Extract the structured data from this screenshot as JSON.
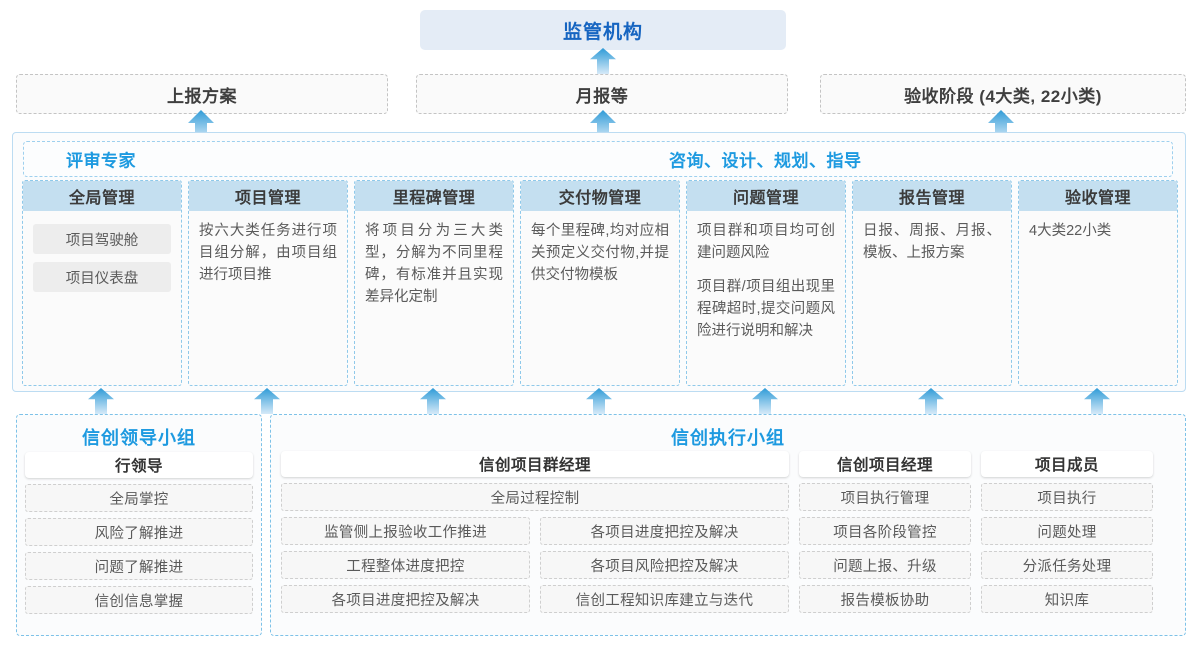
{
  "top": {
    "regulator_label": "监管机构",
    "reports": [
      "上报方案",
      "月报等",
      "验收阶段 (4大类, 22小类)"
    ]
  },
  "middle": {
    "band_labels": [
      "评审专家",
      "咨询、设计、规划、指导"
    ],
    "modules": [
      {
        "title": "全局管理",
        "paragraphs": [],
        "chips": [
          "项目驾驶舱",
          "项目仪表盘"
        ]
      },
      {
        "title": "项目管理",
        "paragraphs": [
          "按六大类任务进行项目组分解，由项目组进行项目推"
        ],
        "chips": []
      },
      {
        "title": "里程碑管理",
        "paragraphs": [
          "将项目分为三大类型，分解为不同里程碑，有标准并且实现差异化定制"
        ],
        "chips": []
      },
      {
        "title": "交付物管理",
        "paragraphs": [
          "每个里程碑,均对应相关预定义交付物,并提供交付物模板"
        ],
        "chips": []
      },
      {
        "title": "问题管理",
        "paragraphs": [
          "项目群和项目均可创建问题风险",
          "项目群/项目组出现里程碑超时,提交问题风险进行说明和解决"
        ],
        "chips": []
      },
      {
        "title": "报告管理",
        "paragraphs": [
          "日报、周报、月报、模板、上报方案"
        ],
        "chips": []
      },
      {
        "title": "验收管理",
        "paragraphs": [
          "4大类22小类"
        ],
        "chips": []
      }
    ]
  },
  "bottom": {
    "left_group": {
      "title": "信创领导小组",
      "head": "行领导",
      "items": [
        "全局掌控",
        "风险了解推进",
        "问题了解推进",
        "信创信息掌握"
      ]
    },
    "right_group": {
      "title": "信创执行小组",
      "program_manager": {
        "head": "信创项目群经理",
        "full_width_item": "全局过程控制",
        "left_items": [
          "监管侧上报验收工作推进",
          "工程整体进度把控",
          "各项目进度把控及解决"
        ],
        "right_items": [
          "各项目进度把控及解决",
          "各项目风险把控及解决",
          "信创工程知识库建立与迭代"
        ]
      },
      "project_manager": {
        "head": "信创项目经理",
        "items": [
          "项目执行管理",
          "项目各阶段管控",
          "问题上报、升级",
          "报告模板协助"
        ]
      },
      "project_member": {
        "head": "项目成员",
        "items": [
          "项目执行",
          "问题处理",
          "分派任务处理",
          "知识库"
        ]
      }
    }
  },
  "colors": {
    "accent_blue": "#1e9ae0",
    "deep_blue": "#1665c1",
    "module_head": "#c4dff0",
    "regulator_bg": "#e4ecf6",
    "arrow_top": "#2f9bd7",
    "arrow_bottom": "#cfe7f7"
  },
  "arrows": {
    "label": "up-arrow",
    "count_top": 3,
    "count_bottom": 7
  }
}
